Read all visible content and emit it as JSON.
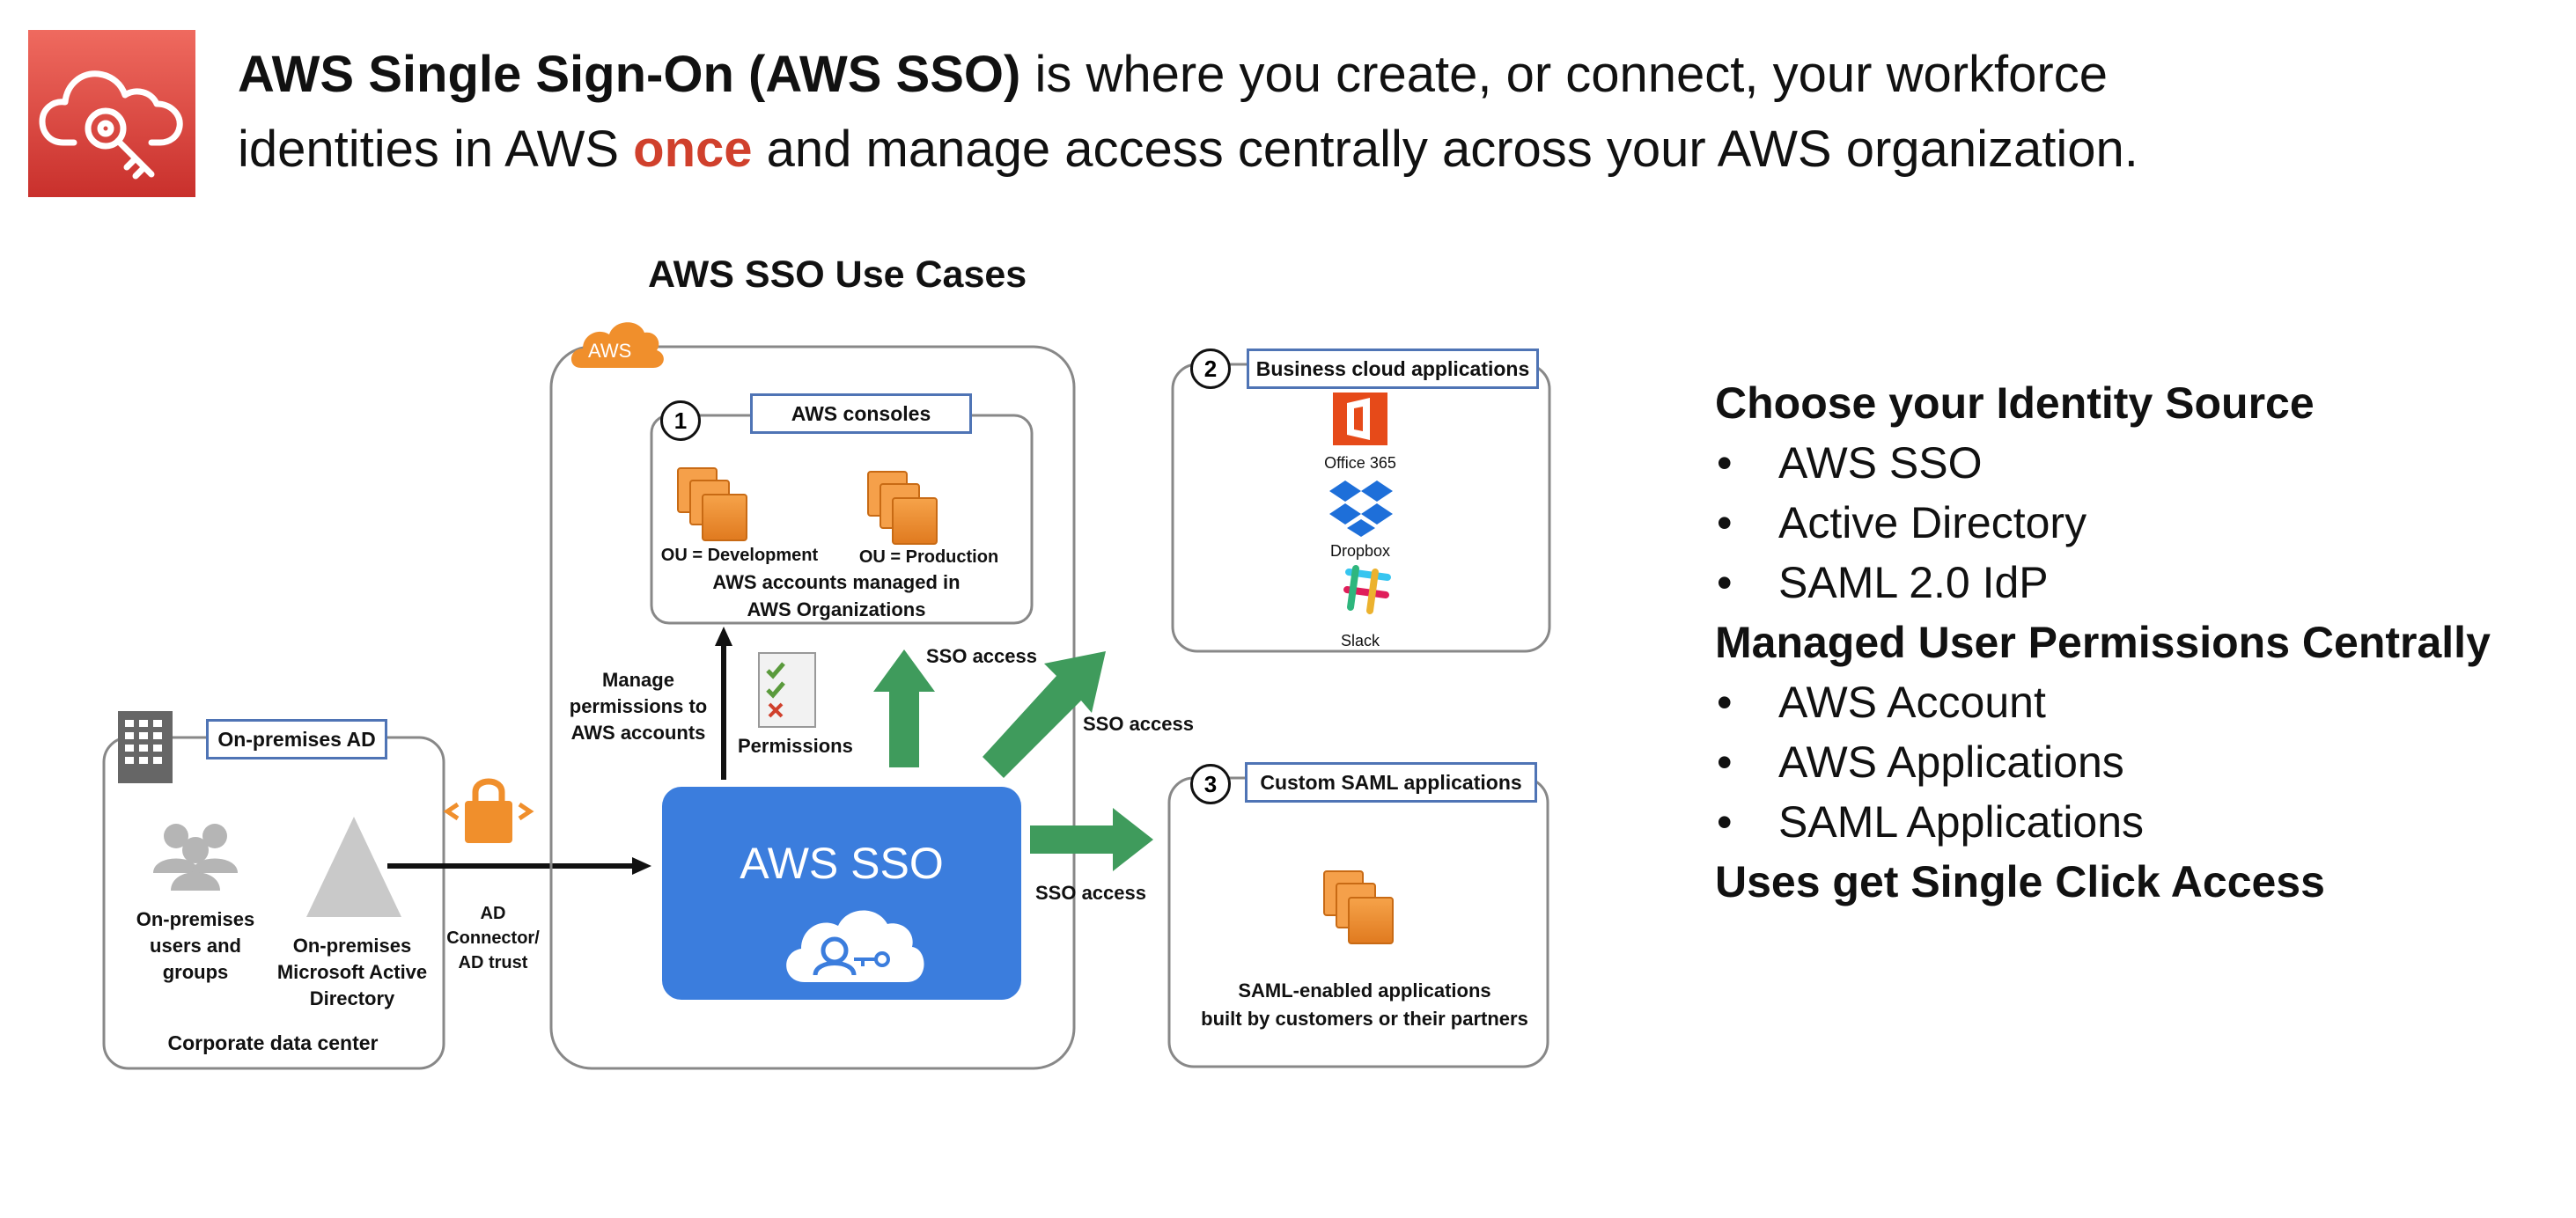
{
  "header": {
    "title_bold": "AWS Single Sign-On (AWS SSO)",
    "title_rest": " is where you create, or connect, your workforce",
    "line2_before": "identities in AWS ",
    "line2_emphasis": "once",
    "line2_after": " and manage access centrally across your AWS organization."
  },
  "diagram": {
    "title": "AWS SSO Use Cases",
    "aws_badge": "AWS",
    "on_prem": {
      "label": "On-premises AD",
      "users": "On-premises\nusers and\ngroups",
      "ad": "On-premises\nMicrosoft Active\nDirectory",
      "footer": "Corporate data center",
      "connector": "AD\nConnector/\nAD trust"
    },
    "consoles": {
      "number": "1",
      "label": "AWS consoles",
      "ou_dev": "OU = Development",
      "ou_prod": "OU = Production",
      "accounts": "AWS accounts managed in\nAWS Organizations"
    },
    "manage_text": "Manage\npermissions to\nAWS accounts",
    "permissions": "Permissions",
    "sso_box": "AWS SSO",
    "sso_access_1": "SSO access",
    "sso_access_2": "SSO access",
    "sso_access_3": "SSO access",
    "business": {
      "number": "2",
      "label": "Business cloud applications",
      "apps": [
        "Office 365",
        "Dropbox",
        "Slack"
      ]
    },
    "custom": {
      "number": "3",
      "label": "Custom SAML applications",
      "desc": "SAML-enabled applications\nbuilt by customers or their partners"
    }
  },
  "identity_list": {
    "h1": "Choose your Identity Source",
    "sources": [
      "AWS SSO",
      "Active Directory",
      "SAML 2.0 IdP"
    ],
    "h2": "Managed User Permissions Centrally",
    "permissions": [
      "AWS Account",
      "AWS Applications",
      "SAML Applications"
    ],
    "h3": "Uses get Single Click Access",
    "bullet": "•"
  },
  "colors": {
    "aws_orange": "#f08f2c",
    "sso_blue": "#3b7ddd",
    "arrow_green": "#3f9b5c",
    "label_border": "#4f74b5",
    "accent_red": "#d0402c"
  }
}
